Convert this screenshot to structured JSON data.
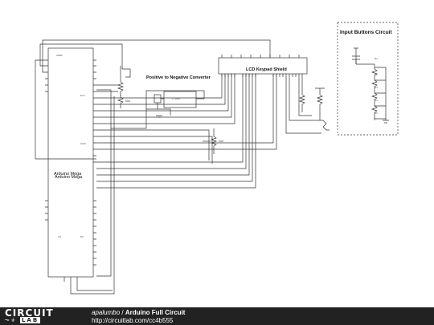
{
  "diagram": {
    "labels": {
      "input_buttons": "Input Buttons Circuit",
      "converter": "Positive to Negative Converter",
      "lcd": "LCD Keypad Shield",
      "arduino_1": "Arduino Mega",
      "arduino_2": "Arduino Mega"
    }
  },
  "footer": {
    "logo_top": "CIRCUIT",
    "logo_bottom": "LAB",
    "user": "apalumbo",
    "separator": " / ",
    "title": "Arduino Full Circuit",
    "url": "http://circuitlab.com/cc4b555"
  },
  "colors": {
    "wire": "#333333",
    "footer_bg": "#222222"
  }
}
